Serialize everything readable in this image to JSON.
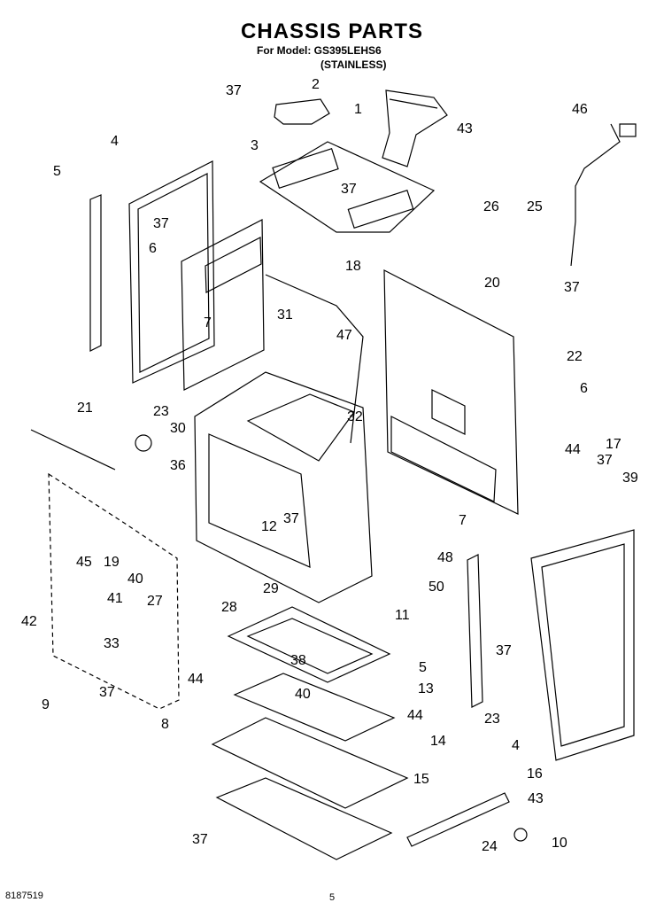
{
  "header": {
    "title": "CHASSIS PARTS",
    "model_line": "For Model: GS395LEHS6",
    "finish": "(STAINLESS)"
  },
  "footer": {
    "doc_number": "8187519",
    "page_number": "5"
  },
  "callouts": {
    "c1": "1",
    "c2": "2",
    "c3": "3",
    "c4a": "4",
    "c4b": "4",
    "c5a": "5",
    "c5b": "5",
    "c6a": "6",
    "c6b": "6",
    "c7a": "7",
    "c7b": "7",
    "c8": "8",
    "c9": "9",
    "c10": "10",
    "c11": "11",
    "c12": "12",
    "c13": "13",
    "c14": "14",
    "c15": "15",
    "c16": "16",
    "c17": "17",
    "c18": "18",
    "c19": "19",
    "c20": "20",
    "c21": "21",
    "c22": "22",
    "c23a": "23",
    "c23b": "23",
    "c24": "24",
    "c25": "25",
    "c26": "26",
    "c27": "27",
    "c28": "28",
    "c29": "29",
    "c30": "30",
    "c31": "31",
    "c32": "32",
    "c33": "33",
    "c36": "36",
    "c37a": "37",
    "c37b": "37",
    "c37c": "37",
    "c37d": "37",
    "c37e": "37",
    "c37f": "37",
    "c37g": "37",
    "c37h": "37",
    "c37i": "37",
    "c38": "38",
    "c39": "39",
    "c40a": "40",
    "c40b": "40",
    "c41": "41",
    "c42": "42",
    "c43a": "43",
    "c43b": "43",
    "c44a": "44",
    "c44b": "44",
    "c44c": "44",
    "c45": "45",
    "c46": "46",
    "c47": "47",
    "c48": "48",
    "c50": "50"
  }
}
